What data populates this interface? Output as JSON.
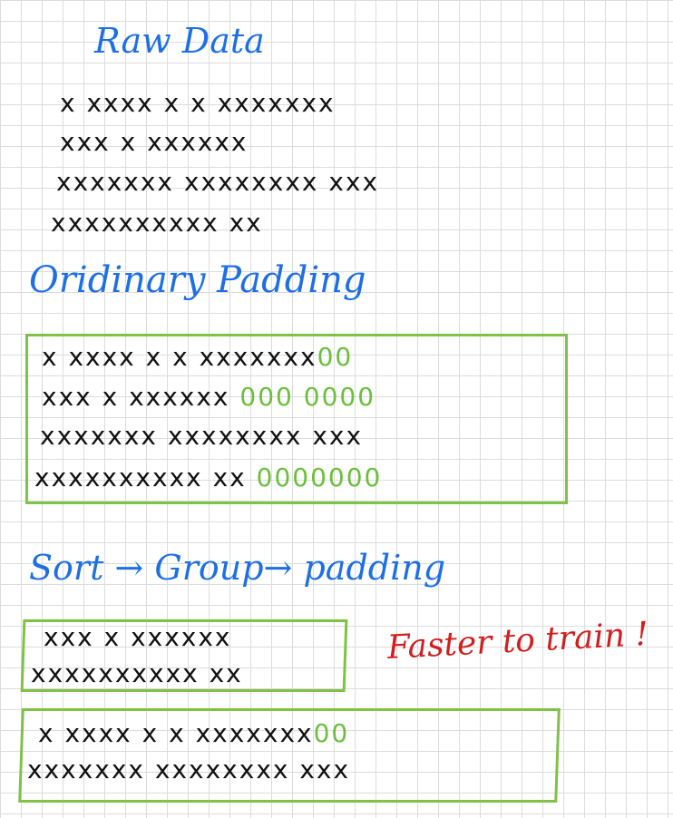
{
  "headings": {
    "raw_data": "Raw Data",
    "ordinary_padding": "Oridinary Padding",
    "sort_group_padding": "Sort → Group→ padding",
    "faster": "Faster to train !"
  },
  "raw_rows": [
    "x xxxx x x xxxxxxx",
    "xxx x xxxxxx",
    "xxxxxxx xxxxxxxx xxx",
    "xxxxxxxxxx xx"
  ],
  "ordinary_padded_rows": [
    {
      "tokens": "x xxxx x x xxxxxxx",
      "pad": "00"
    },
    {
      "tokens": "xxx x xxxxxx ",
      "pad": "000 0000"
    },
    {
      "tokens": "xxxxxxx xxxxxxxx xxx",
      "pad": ""
    },
    {
      "tokens": "xxxxxxxxxx xx ",
      "pad": "0000000"
    }
  ],
  "group1_rows": [
    {
      "tokens": "xxx x xxxxxx",
      "pad": ""
    },
    {
      "tokens": "xxxxxxxxxx xx",
      "pad": ""
    }
  ],
  "group2_rows": [
    {
      "tokens": "x xxxx x x xxxxxxx",
      "pad": "00"
    },
    {
      "tokens": "xxxxxxx xxxxxxxx xxx",
      "pad": ""
    }
  ],
  "colors": {
    "heading_blue": "#1e6fe6",
    "note_red": "#d21e1e",
    "padding_green": "#6cbf3c",
    "box_green": "#7fc246",
    "token_black": "#111111",
    "grid": "#dcdcdc"
  }
}
